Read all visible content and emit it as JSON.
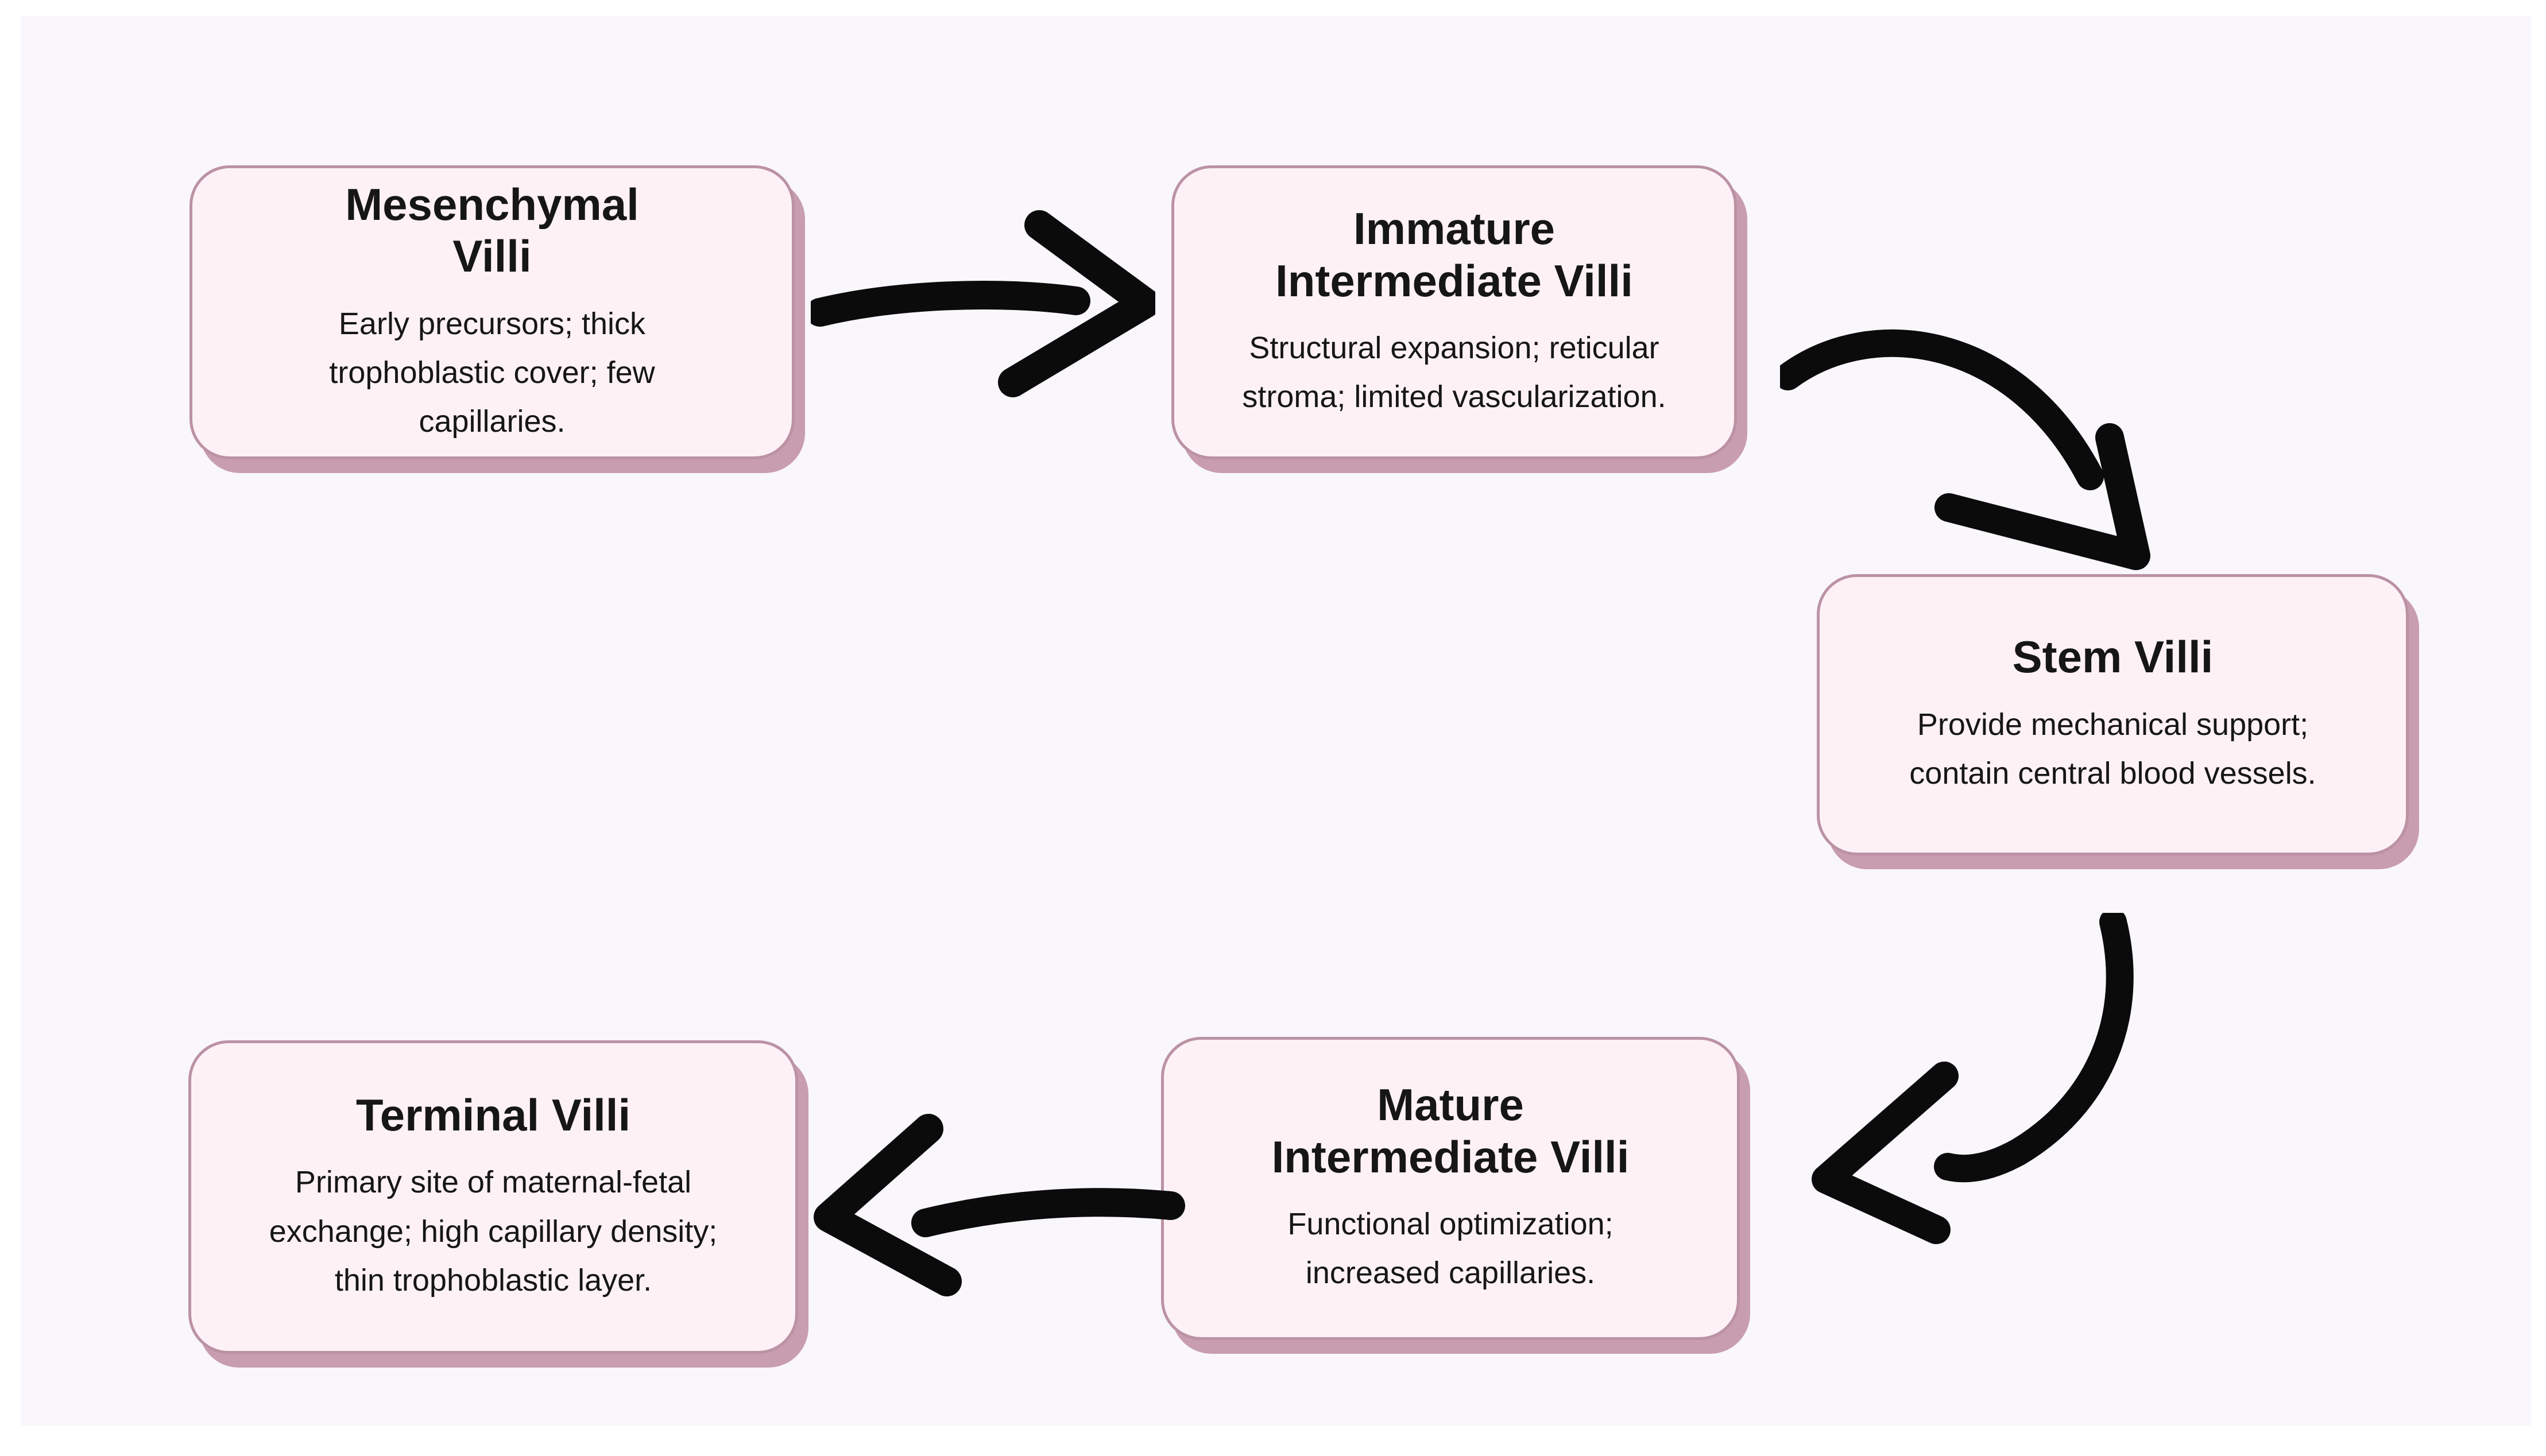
{
  "colors": {
    "page_background": "#ffffff",
    "canvas_background": "#f9f6fc",
    "node_fill": "#fdf1f6",
    "node_border": "#bb92a4",
    "node_shadow": "#c89dae",
    "arrow": "#0b0b0b",
    "text": "#161616"
  },
  "nodes": [
    {
      "id": "mesenchymal-villi",
      "title": "Mesenchymal\nVilli",
      "description": "Early precursors; thick\ntrophoblastic cover; few\ncapillaries."
    },
    {
      "id": "immature-intermediate-villi",
      "title": "Immature\nIntermediate Villi",
      "description": "Structural expansion; reticular\nstroma; limited vascularization."
    },
    {
      "id": "stem-villi",
      "title": "Stem Villi",
      "description": "Provide mechanical support;\ncontain central blood vessels."
    },
    {
      "id": "mature-intermediate-villi",
      "title": "Mature\nIntermediate Villi",
      "description": "Functional optimization;\nincreased capillaries."
    },
    {
      "id": "terminal-villi",
      "title": "Terminal Villi",
      "description": "Primary site of maternal-fetal\nexchange; high capillary density;\nthin trophoblastic layer."
    }
  ],
  "arrows": [
    {
      "from": "Mesenchymal Villi",
      "to": "Immature Intermediate Villi",
      "shape": "straight-right"
    },
    {
      "from": "Immature Intermediate Villi",
      "to": "Stem Villi",
      "shape": "curved-down-right"
    },
    {
      "from": "Stem Villi",
      "to": "Mature Intermediate Villi",
      "shape": "curved-down-left"
    },
    {
      "from": "Mature Intermediate Villi",
      "to": "Terminal Villi",
      "shape": "straight-left"
    }
  ]
}
